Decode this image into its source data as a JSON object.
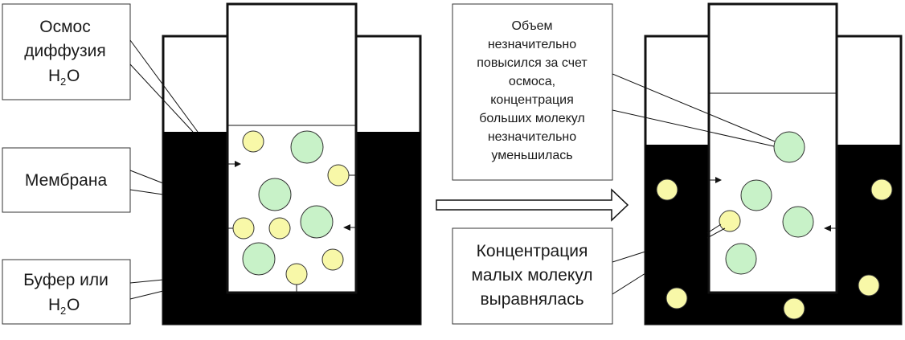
{
  "labels": {
    "osmosis_line1": "Осмос",
    "osmosis_line2": "диффузия",
    "osmosis_h": "H",
    "osmosis_sub": "2",
    "osmosis_o": "O",
    "membrane": "Мембрана",
    "buffer_line1": "Буфер или",
    "buffer_h": "H",
    "buffer_sub": "2",
    "buffer_o": "O",
    "volume_note": [
      "Объем",
      "незначительно",
      "повысился за счет",
      "осмоса,",
      "концентрация",
      "больших молекул",
      "незначительно",
      "уменьшилась"
    ],
    "small_conc": [
      "Концентрация",
      "малых молекул",
      "выравнялась"
    ]
  },
  "colors": {
    "buffer_fill": "#000000",
    "large_molecule": "#c8f2c8",
    "small_molecule": "#f8f8a8",
    "outline": "#111111"
  }
}
